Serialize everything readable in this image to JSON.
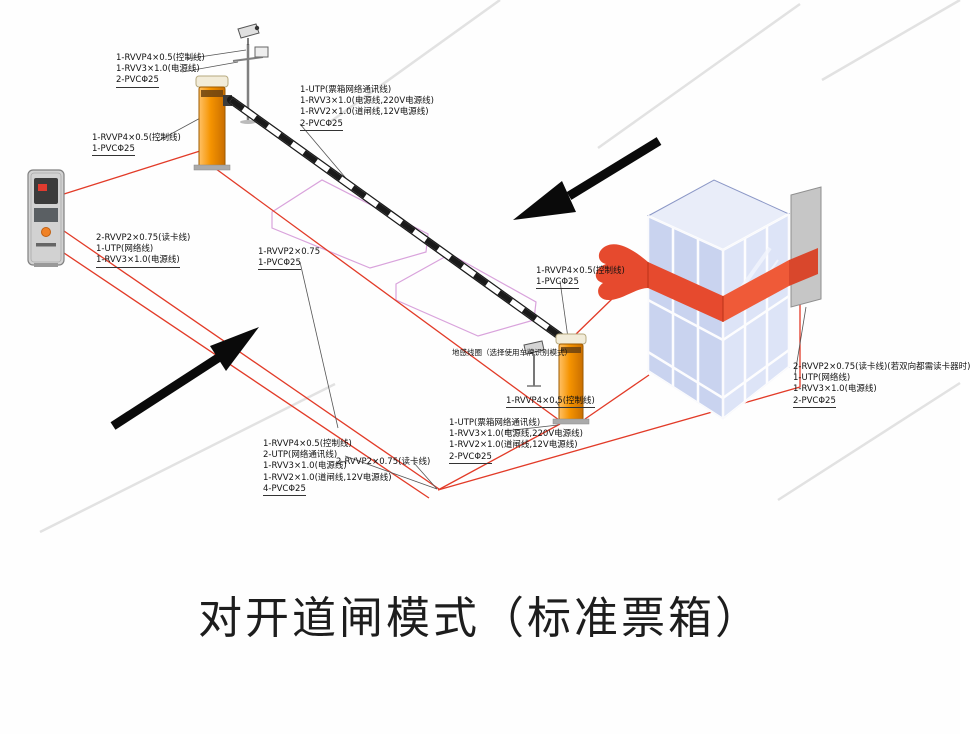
{
  "title": "对开道闸模式（标准票箱）",
  "colors": {
    "cable_red": "#e23b28",
    "gate_orange": "#f59300",
    "booth_blue": "#c9d3ef",
    "ribbon_red": "#e64a2e",
    "island_pink": "#d9a3dc"
  },
  "labels": {
    "camera_cables": [
      "1-RVVP4×0.5(控制线)",
      "1-RVV3×1.0(电源线)",
      "2-PVCΦ25"
    ],
    "gate1_ctrl": [
      "1-RVVP4×0.5(控制线)",
      "1-PVCΦ25"
    ],
    "arm_cables": [
      "1-UTP(票箱网络通讯线)",
      "1-RVV3×1.0(电源线,220V电源线)",
      "1-RVV2×1.0(道闸线,12V电源线)",
      "2-PVCΦ25"
    ],
    "reader_cables": [
      "2-RVVP2×0.75(读卡线)",
      "1-UTP(网络线)",
      "1-RVV3×1.0(电源线)"
    ],
    "center_run": [
      "1-RVVP2×0.75",
      "1-PVCΦ25"
    ],
    "gate2_ctrl_upper": [
      "1-RVVP4×0.5(控制线)",
      "1-PVCΦ25"
    ],
    "ground_loop_note": [
      "地感线圈（选择使用车牌识别模式）"
    ],
    "gate2_ctrl_lower": [
      "1-RVVP4×0.5(控制线)"
    ],
    "gate2_cables": [
      "1-UTP(票箱网络通讯线)",
      "1-RVV3×1.0(电源线,220V电源线)",
      "1-RVV2×1.0(道闸线,12V电源线)",
      "2-PVCΦ25"
    ],
    "trunk_cables": [
      "1-RVVP4×0.5(控制线)",
      "2-UTP(网络通讯线)",
      "1-RVV3×1.0(电源线)",
      "1-RVV2×1.0(道闸线,12V电源线)",
      "4-PVCΦ25"
    ],
    "trunk_reader": [
      "2-RVVP2×0.75(读卡线)"
    ],
    "booth_right_cables": [
      "2-RVVP2×0.75(读卡线)(若双向都需读卡器时)",
      "1-UTP(网络线)",
      "1-RVV3×1.0(电源线)",
      "2-PVCΦ25"
    ]
  }
}
